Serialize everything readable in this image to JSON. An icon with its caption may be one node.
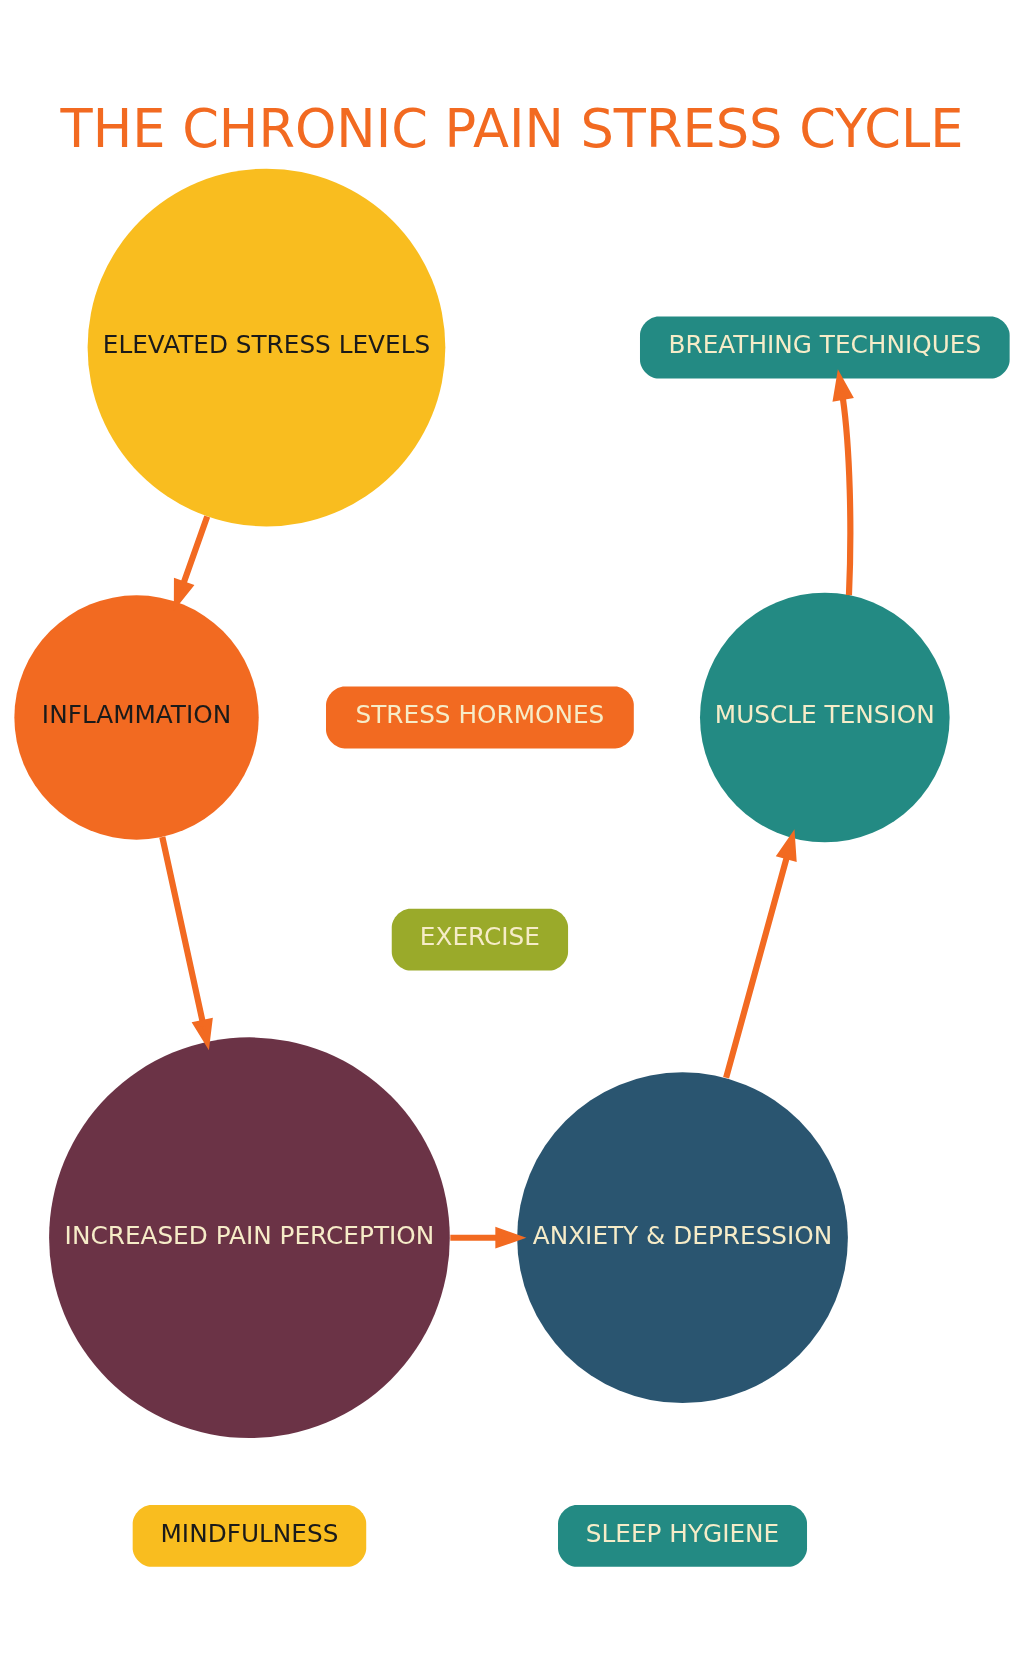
{
  "diagram": {
    "title": "THE CHRONIC PAIN STRESS CYCLE",
    "nodes": [
      {
        "text": [
          "ELEVATED STRESS LEVELS"
        ]
      },
      {
        "text": [
          "INFLAMMATION"
        ]
      },
      {
        "text": [
          "INCREASED PAIN PERCEPTION"
        ]
      },
      {
        "text": [
          "ANXIETY & DEPRESSION"
        ]
      },
      {
        "text": [
          "MUSCLE TENSION"
        ]
      },
      {
        "text": [
          "BREATHING TECHNIQUES"
        ]
      },
      {
        "text": [
          "STRESS HORMONES"
        ]
      },
      {
        "text": [
          "EXERCISE"
        ]
      },
      {
        "text": [
          "SLEEP HYGIENE"
        ]
      },
      {
        "text": [
          "MINDFULNESS"
        ]
      }
    ],
    "edges": [
      {
        "from": 0,
        "to": 1,
        "arrow": "to"
      },
      {
        "from": 1,
        "to": 2,
        "arrow": "to"
      },
      {
        "from": 2,
        "to": 3,
        "arrow": "to"
      },
      {
        "from": 3,
        "to": 4,
        "arrow": "to"
      },
      {
        "from": 4,
        "to": 5,
        "arrow": "to"
      }
    ]
  }
}
